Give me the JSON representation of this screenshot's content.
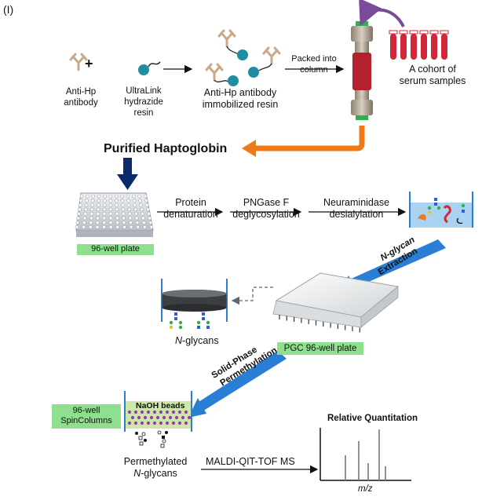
{
  "panel_label": "(I)",
  "top_row": {
    "antibody_label": "Anti-Hp\nantibody",
    "plus": "+",
    "resin_label": "UltraLink\nhydrazide\nresin",
    "immobilized_label": "Anti-Hp antibody\nimmobilized resin",
    "packed_label": "Packed into\ncolumn",
    "cohort_label": "A cohort of\nserum samples",
    "purified_title": "Purified Haptoglobin"
  },
  "middle_row": {
    "plate_label": "96-well plate",
    "step1": "Protein\ndenaturation",
    "step2": "PNGase F\ndeglycosylation",
    "step3": "Neuraminidase\ndesialylation",
    "extraction_arrow_line1": "N-glycan",
    "extraction_arrow_line2": "Extraction"
  },
  "pgc_row": {
    "nglycans_label_italic": "N",
    "nglycans_label_rest": "-glycans",
    "pgc_plate_label": "PGC 96-well plate"
  },
  "bottom_row": {
    "spe_arrow_line1": "Solid-Phase",
    "spe_arrow_line2": "Permethylation",
    "spin_label": "96-well\nSpinColumns",
    "naoh_label": "NaOH beads",
    "permethylated_line1": "Permethylated",
    "permethylated_line2_italic": "N",
    "permethylated_line2_rest": "-glycans",
    "maldi_label": "MALDI-QIT-TOF MS",
    "quant_title": "Relative Quantitation",
    "mz_label": "m/z"
  },
  "colors": {
    "orange_arrow": "#f07a18",
    "navy_arrow": "#0b2a6a",
    "blue_arrow": "#2a7fd4",
    "green_box": "#8ee08e",
    "serum_red": "#d0283a",
    "teal_bead": "#1e8fa0",
    "antibody_tan": "#c9a98a",
    "curved_arrow": "#7a4b9a"
  }
}
